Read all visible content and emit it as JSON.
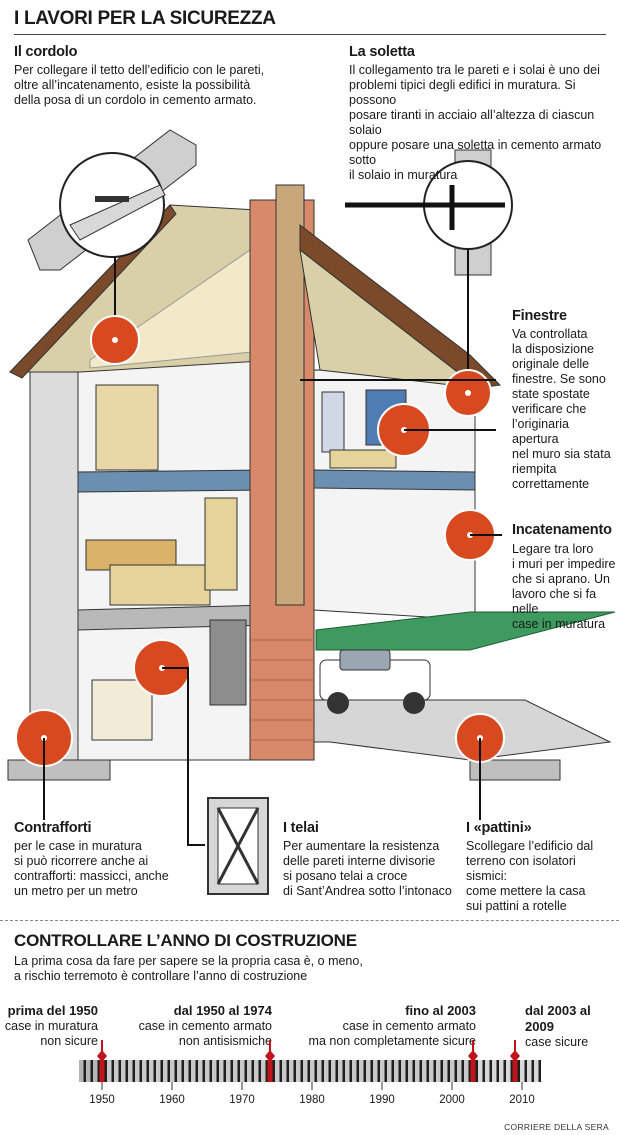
{
  "title": "I LAVORI PER LA SICUREZZA",
  "sections": {
    "cordolo": {
      "heading": "Il cordolo",
      "text": [
        "Per collegare il tetto dell’edificio con le pareti,",
        "oltre all’incatenamento, esiste la possibilità",
        "della posa di un cordolo in cemento armato."
      ]
    },
    "soletta": {
      "heading": "La soletta",
      "text": [
        "Il collegamento tra le pareti e i solai è uno dei",
        "problemi tipici degli edifici in muratura. Si possono",
        "posare tiranti in acciaio all’altezza di ciascun solaio",
        "oppure posare una soletta in cemento armato sotto",
        "il solaio in muratura"
      ]
    },
    "finestre": {
      "heading": "Finestre",
      "text": [
        "Va controllata",
        "la disposizione",
        "originale delle",
        "finestre. Se sono",
        "state spostate",
        "verificare che",
        "l’originaria apertura",
        "nel muro sia stata",
        "riempita",
        "correttamente"
      ]
    },
    "incatenamento": {
      "heading": "Incatenamento",
      "text": [
        "Legare tra loro",
        "i muri per impedire",
        "che si aprano. Un",
        "lavoro che si fa nelle",
        "case in muratura"
      ]
    },
    "contrafforti": {
      "heading": "Contrafforti",
      "text": [
        "per le case in muratura",
        "si può ricorrere anche ai",
        "contrafforti: massicci, anche",
        "un metro per un metro"
      ]
    },
    "telai": {
      "heading": "I telai",
      "text": [
        "Per aumentare la resistenza",
        "delle pareti interne divisorie",
        "si posano telai a croce",
        "di Sant’Andrea sotto l’intonaco"
      ]
    },
    "pattini": {
      "heading": "I «pattini»",
      "text": [
        "Scollegare l’edificio dal",
        "terreno con isolatori sismici:",
        "come mettere la casa",
        "sui pattini a rotelle"
      ]
    }
  },
  "timeline": {
    "title": "CONTROLLARE L’ANNO DI COSTRUZIONE",
    "intro": [
      "La prima cosa da fare per sapere se la propria casa è, o meno,",
      "a rischio terremoto è controllare l’anno di costruzione"
    ],
    "start_year": 1947,
    "end_year": 2012,
    "axis_labels": [
      "1950",
      "1960",
      "1970",
      "1980",
      "1990",
      "2000",
      "2010"
    ],
    "axis_years": [
      1950,
      1960,
      1970,
      1980,
      1990,
      2000,
      2010
    ],
    "eras": [
      {
        "label": "prima del 1950",
        "lines": [
          "case in muratura",
          "non sicure"
        ],
        "year": 1950
      },
      {
        "label": "dal 1950 al 1974",
        "lines": [
          "case in cemento armato",
          "non antisismiche"
        ],
        "year": 1974
      },
      {
        "label": "fino al 2003",
        "lines": [
          "case in cemento armato",
          "ma non completamente sicure"
        ],
        "year": 2003
      },
      {
        "label": "dal 2003 al 2009",
        "lines": [
          "case sicure"
        ],
        "year": 2009
      }
    ]
  },
  "credit": "CORRIERE DELLA SERA",
  "colors": {
    "accent": "#d8491f",
    "marker": "#c0141c",
    "wall": "#e8e8e8",
    "roof": "#d9cfa8",
    "brick": "#d8896a"
  }
}
